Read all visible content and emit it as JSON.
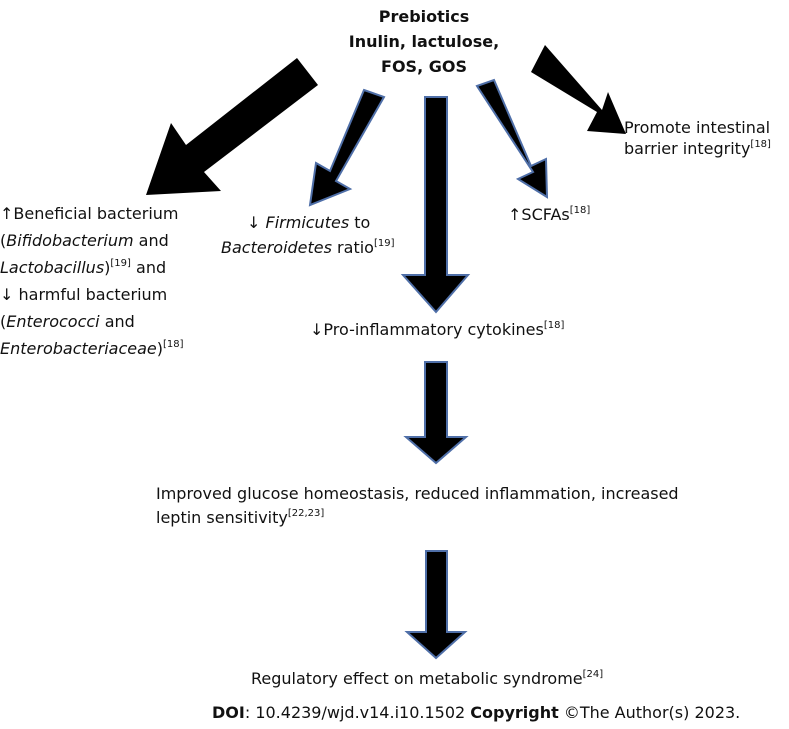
{
  "title": {
    "line1": "Prebiotics",
    "line2": "Inulin, lactulose,",
    "line3": "FOS, GOS"
  },
  "barrier": {
    "line1": "Promote intestinal",
    "line2": "barrier integrity",
    "ref": "[18]"
  },
  "scfa": {
    "arrow": "↑",
    "text": "SCFAs",
    "ref": "[18]"
  },
  "firmicutes": {
    "arrow": "↓ ",
    "italic1": "Firmicutes",
    "text1": " to",
    "italic2": "Bacteroidetes",
    "text2": " ratio",
    "ref": "[19]"
  },
  "bacteria": {
    "line1": "↑Beneficial bacterium",
    "paren_open": "(",
    "italic_bifido": "Bifidobacterium",
    "and1": " and",
    "italic_lacto": "Lactobacillus",
    "paren_close": ")",
    "ref1": "[19]",
    "and2": " and",
    "line4": "↓ harmful bacterium",
    "italic_entero": "Enterococci",
    "and3": " and",
    "italic_enterob": "Enterobacteriaceae",
    "ref2": "[18]"
  },
  "cytokines": {
    "text": "↓Pro-inflammatory cytokines",
    "ref": "[18]"
  },
  "glucose": {
    "line1": "Improved glucose homeostasis, reduced inflammation, increased",
    "line2": "leptin sensitivity",
    "ref": "[22,23]"
  },
  "metabolic": {
    "text": "Regulatory effect on metabolic syndrome",
    "ref": "[24]"
  },
  "footer": {
    "doi_label": "DOI",
    "doi_value": ": 10.4239/wjd.v14.i10.1502 ",
    "copyright_label": "Copyright",
    "copyright_value": " ©The Author(s) 2023."
  },
  "colors": {
    "arrow_fill": "#000000",
    "arrow_outline": "#4f6fa8",
    "text": "#111111"
  }
}
